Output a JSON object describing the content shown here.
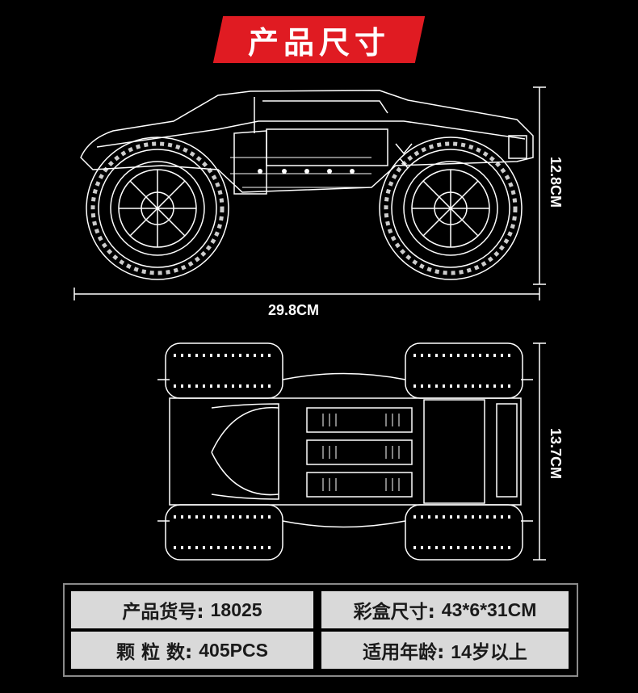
{
  "header": {
    "title": "产品尺寸"
  },
  "dimensions": {
    "length": "29.8CM",
    "height": "12.8CM",
    "width": "13.7CM"
  },
  "specs": [
    {
      "label": "产品货号:",
      "value": "18025"
    },
    {
      "label": "彩盒尺寸:",
      "value": "43*6*31CM"
    },
    {
      "label": "颗 粒 数:",
      "value": "405PCS"
    },
    {
      "label": "适用年龄:",
      "value": "14岁以上"
    }
  ],
  "colors": {
    "accent": "#e01b22",
    "background": "#000000",
    "cell": "#d9d9d9",
    "line": "#ffffff"
  }
}
